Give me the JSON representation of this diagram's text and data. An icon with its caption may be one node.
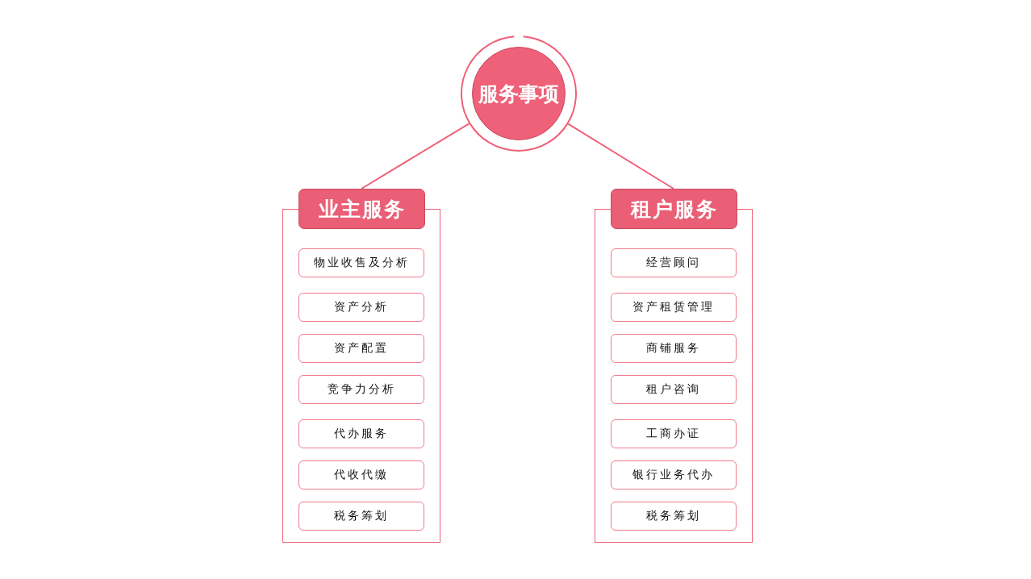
{
  "diagram": {
    "nodes": [
      {
        "text": [
          "服务事项"
        ]
      },
      {
        "text": [
          "业主服务"
        ]
      },
      {
        "text": [
          "物业收售及分析"
        ],
        "in": 1
      },
      {
        "text": [
          "资产分析"
        ],
        "in": 1
      },
      {
        "text": [
          "资产配置"
        ],
        "in": 1
      },
      {
        "text": [
          "竞争力分析"
        ],
        "in": 1
      },
      {
        "text": [
          "代办服务"
        ],
        "in": 1
      },
      {
        "text": [
          "代收代缴"
        ],
        "in": 1
      },
      {
        "text": [
          "税务筹划"
        ],
        "in": 1
      },
      {
        "text": [
          "租户服务"
        ]
      },
      {
        "text": [
          "经营顾问"
        ],
        "in": 9
      },
      {
        "text": [
          "资产租赁管理"
        ],
        "in": 9
      },
      {
        "text": [
          "商铺服务"
        ],
        "in": 9
      },
      {
        "text": [
          "租户咨询"
        ],
        "in": 9
      },
      {
        "text": [
          "工商办证"
        ],
        "in": 9
      },
      {
        "text": [
          "银行业务代办"
        ],
        "in": 9
      },
      {
        "text": [
          "税务筹划"
        ],
        "in": 9
      }
    ],
    "edges": [
      {
        "from": 0,
        "to": 1,
        "arrow": "none"
      },
      {
        "from": 0,
        "to": 9,
        "arrow": "none"
      }
    ]
  }
}
